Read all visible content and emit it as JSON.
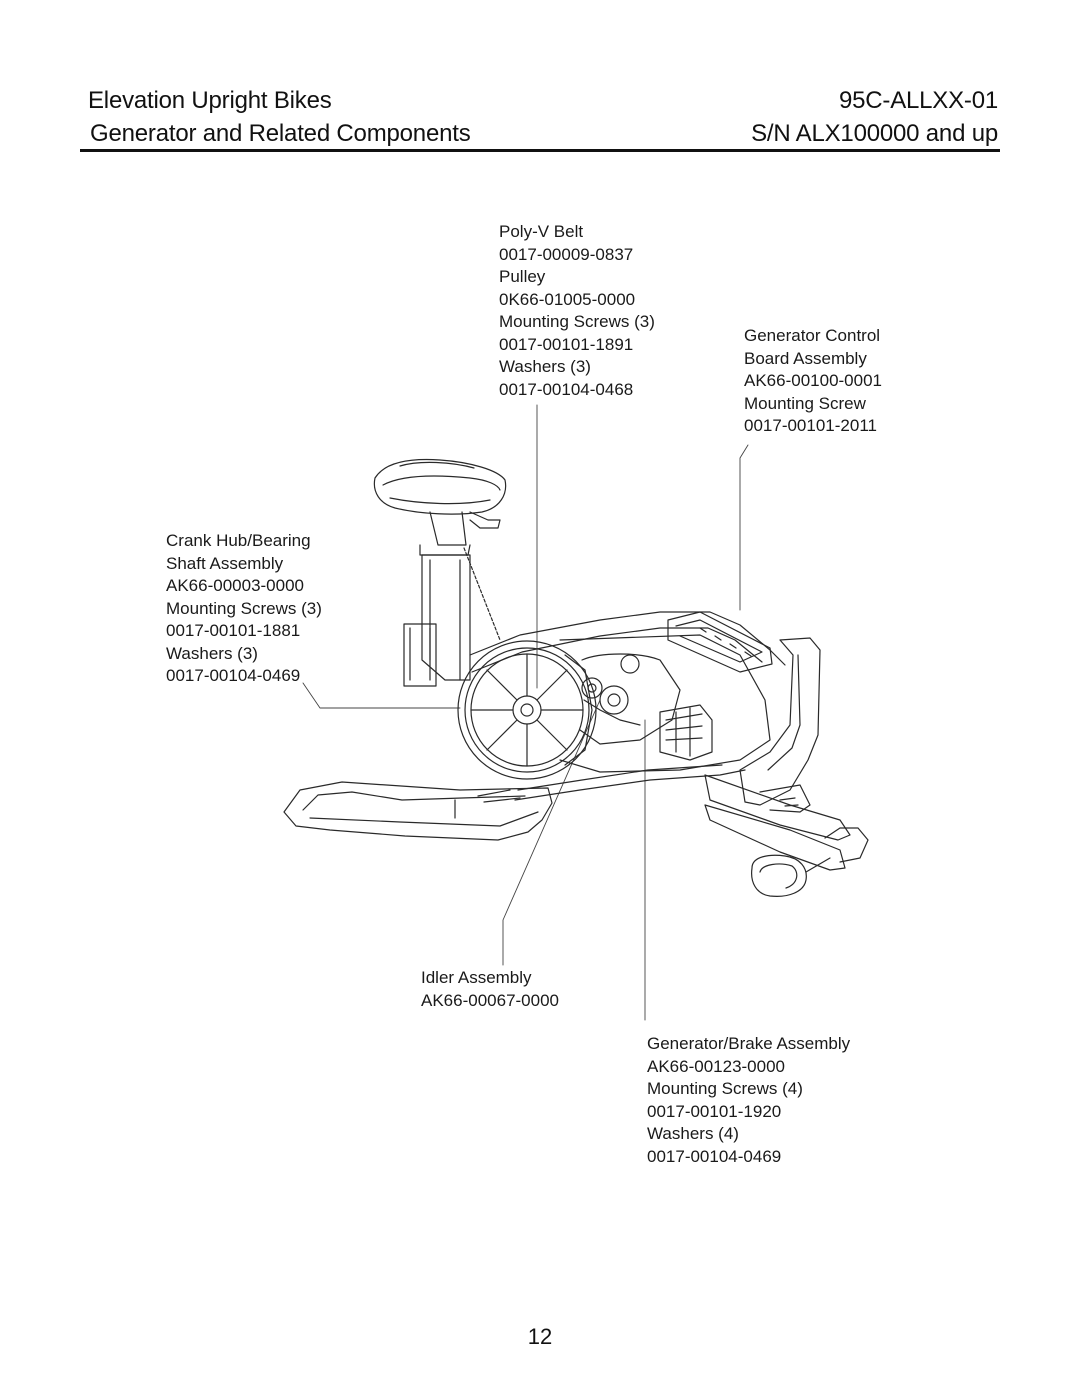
{
  "header": {
    "title": "Elevation Upright Bikes",
    "subtitle": "Generator and Related Components",
    "model_code": "95C-ALLXX-01",
    "serial_range": "S/N ALX100000 and up"
  },
  "callouts": {
    "belt": [
      "Poly-V Belt",
      "0017-00009-0837",
      "Pulley",
      "0K66-01005-0000",
      "Mounting Screws (3)",
      "0017-00101-1891",
      "Washers (3)",
      "0017-00104-0468"
    ],
    "generator_board": [
      "Generator Control",
      "Board Assembly",
      "AK66-00100-0001",
      "Mounting Screw",
      "0017-00101-2011"
    ],
    "crank": [
      "Crank Hub/Bearing",
      "Shaft Assembly",
      "AK66-00003-0000",
      "Mounting Screws (3)",
      "0017-00101-1881",
      "Washers (3)",
      "0017-00104-0469"
    ],
    "idler": [
      "Idler Assembly",
      "AK66-00067-0000"
    ],
    "generator_brake": [
      "Generator/Brake Assembly",
      "AK66-00123-0000",
      "Mounting Screws (4)",
      "0017-00101-1920",
      "Washers (4)",
      "0017-00104-0469"
    ]
  },
  "page_number": "12"
}
